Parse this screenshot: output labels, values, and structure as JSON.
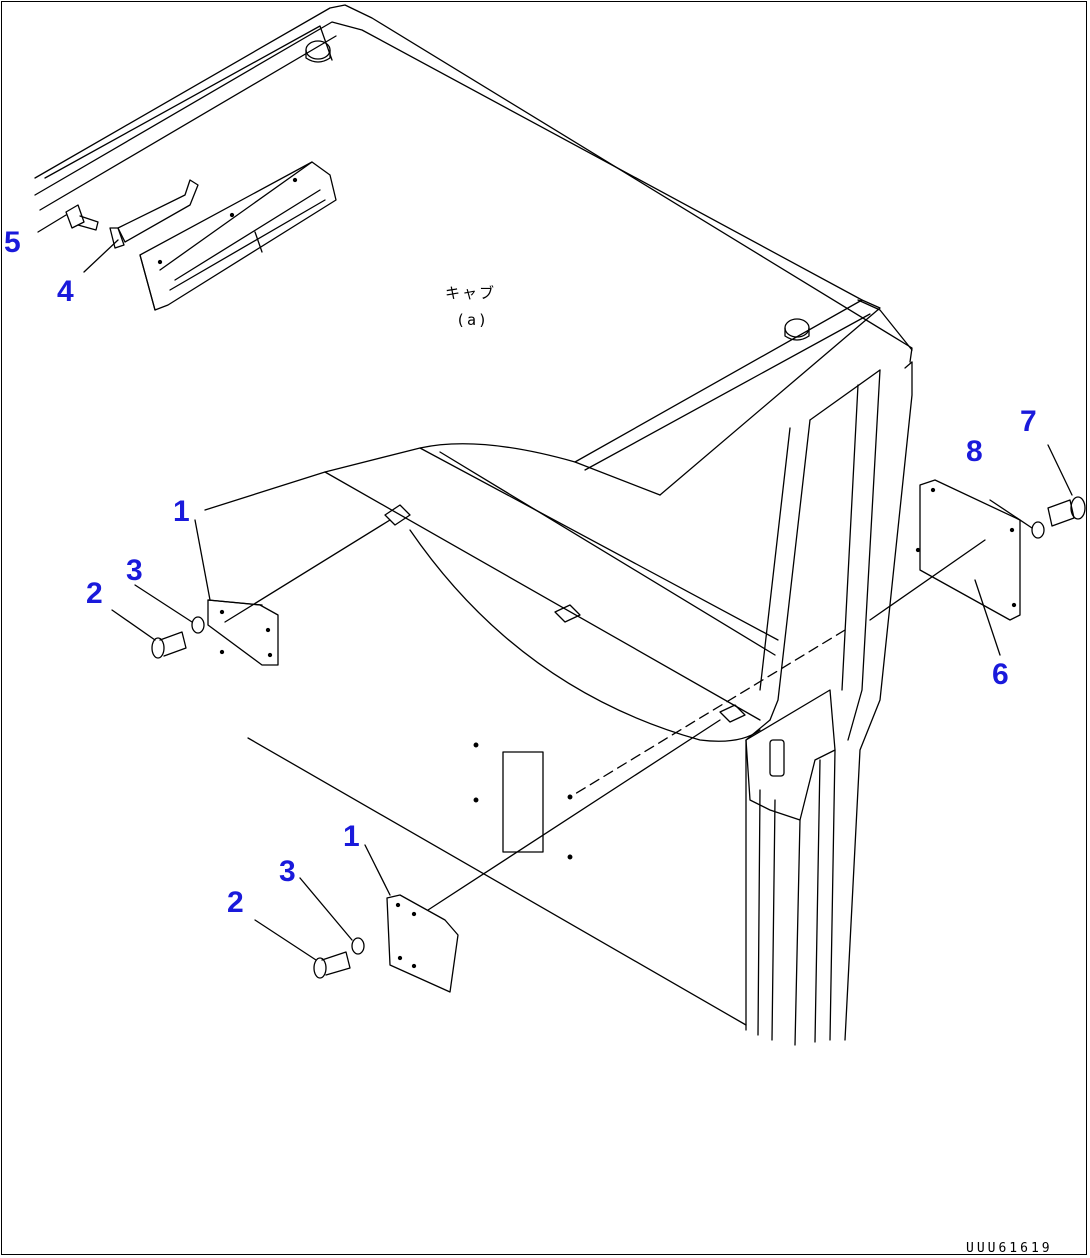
{
  "colors": {
    "callout": "#1a1adb",
    "line": "#000000",
    "background": "#ffffff"
  },
  "cab_label": {
    "line1": "キャブ",
    "line2": "(a)"
  },
  "callouts": [
    {
      "id": "c5",
      "text": "5"
    },
    {
      "id": "c4",
      "text": "4"
    },
    {
      "id": "c1a",
      "text": "1"
    },
    {
      "id": "c3a",
      "text": "3"
    },
    {
      "id": "c2a",
      "text": "2"
    },
    {
      "id": "c1b",
      "text": "1"
    },
    {
      "id": "c3b",
      "text": "3"
    },
    {
      "id": "c2b",
      "text": "2"
    },
    {
      "id": "c8",
      "text": "8"
    },
    {
      "id": "c7",
      "text": "7"
    },
    {
      "id": "c6",
      "text": "6"
    }
  ],
  "drawing_id": "UUU61619"
}
